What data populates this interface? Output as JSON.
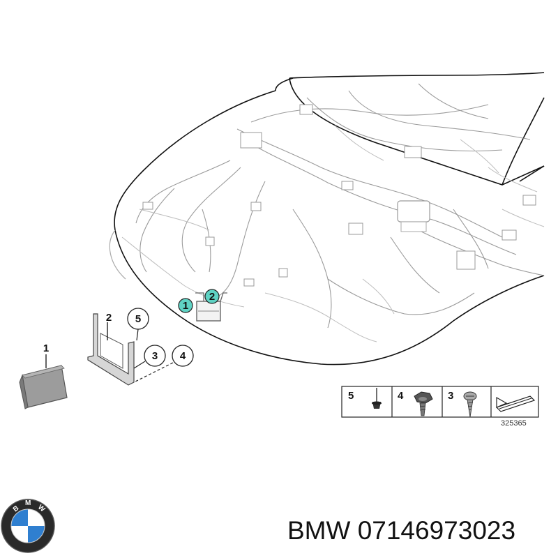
{
  "callouts": {
    "part1": "1",
    "part2": "2",
    "part3": "3",
    "part4": "4",
    "part5": "5",
    "location1": "1",
    "location2": "2"
  },
  "legend": {
    "items": [
      "5",
      "4",
      "3"
    ]
  },
  "reference_number": "325365",
  "caption": "BMW 07146973023",
  "colors": {
    "location_marker": "#5fd3c4",
    "logo_blue": "#2f7fd0",
    "logo_ring": "#1a1a1a"
  }
}
